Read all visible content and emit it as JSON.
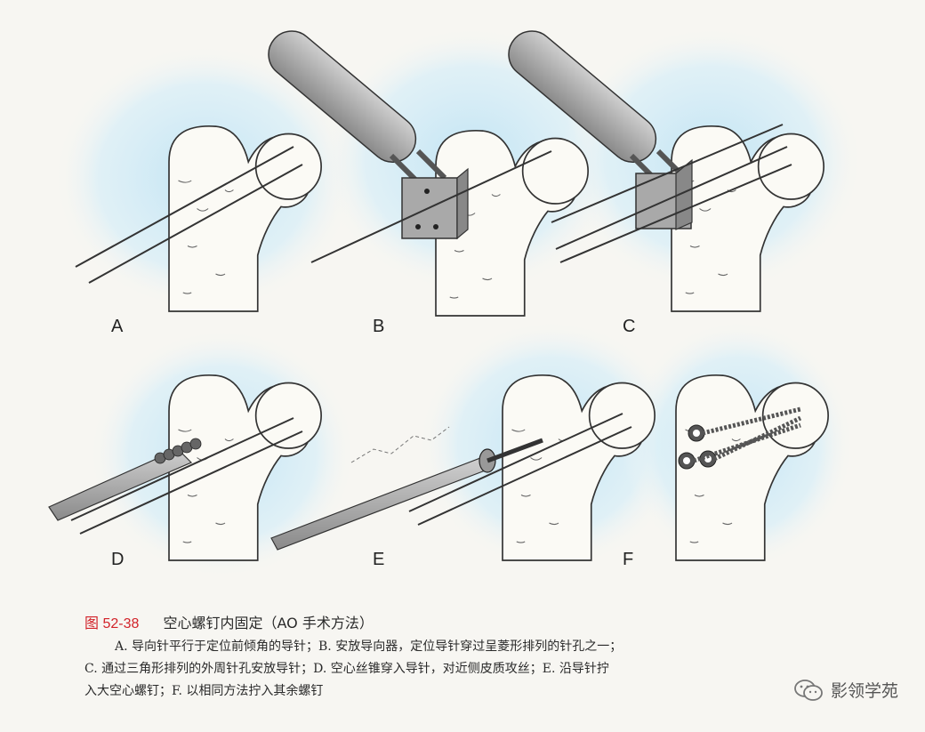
{
  "figure": {
    "panels": [
      {
        "label": "A"
      },
      {
        "label": "B"
      },
      {
        "label": "C"
      },
      {
        "label": "D"
      },
      {
        "label": "E"
      },
      {
        "label": "F"
      }
    ]
  },
  "caption": {
    "fig_number": "图 52-38",
    "title": "空心螺钉内固定（AO 手术方法）",
    "line1": "A. 导向针平行于定位前倾角的导针；B. 安放导向器，定位导针穿过呈菱形排列的针孔之一；",
    "line2": "C. 通过三角形排列的外周针孔安放导针；D. 空心丝锥穿入导针，对近侧皮质攻丝；E. 沿导针拧",
    "line3": "入大空心螺钉；F. 以相同方法拧入其余螺钉"
  },
  "watermark": {
    "text": "影领学苑",
    "icon": "wechat-icon"
  }
}
